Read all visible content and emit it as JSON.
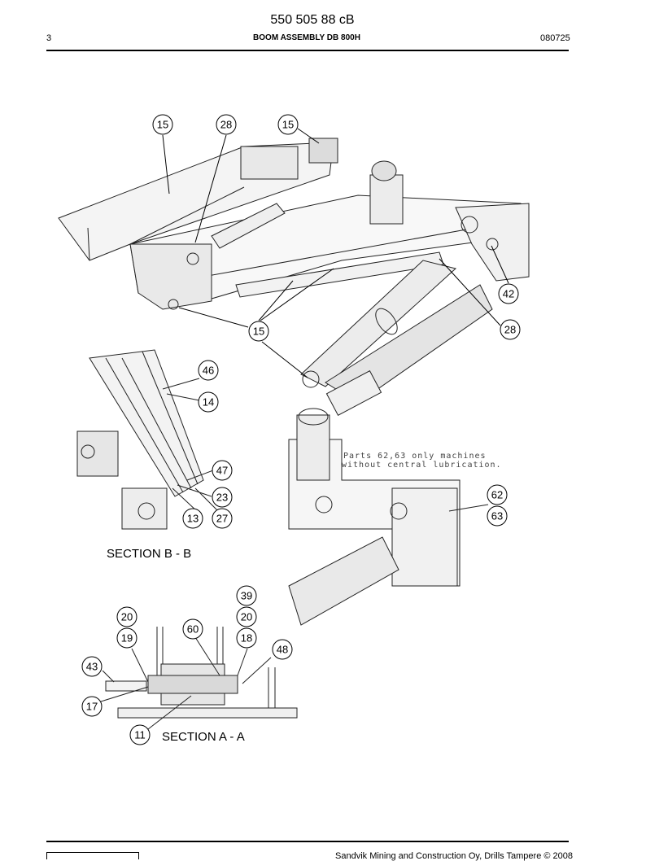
{
  "header": {
    "part_number": "550 505 88 cB",
    "page": "3",
    "title": "BOOM ASSEMBLY DB 800H",
    "date": "080725"
  },
  "drawing": {
    "note_line1": "Parts 62,63 only machines",
    "note_line2": "without central lubrication.",
    "section_bb": "SECTION  B - B",
    "section_aa": "SECTION  A - A",
    "callouts": [
      "15",
      "28",
      "15",
      "42",
      "15",
      "28",
      "46",
      "14",
      "47",
      "23",
      "13",
      "27",
      "62",
      "63",
      "39",
      "20",
      "20",
      "19",
      "60",
      "18",
      "48",
      "43",
      "17",
      "11"
    ]
  },
  "footer": {
    "copyright": "Sandvik Mining and Construction Oy, Drills Tampere © 2008"
  }
}
